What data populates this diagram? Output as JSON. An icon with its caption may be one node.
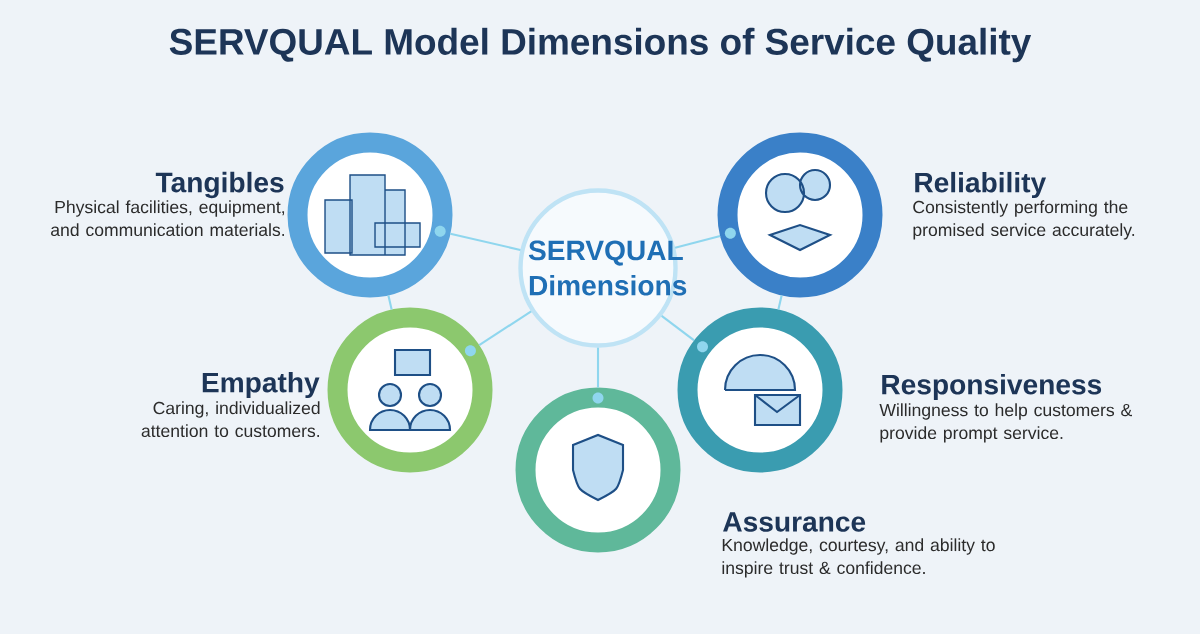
{
  "diagram": {
    "title": "SERVQUAL Model Dimensions of Service Quality",
    "nodes": [
      {
        "text": [
          "SERVQUAL Dimensions"
        ]
      },
      {
        "text": [
          "Tangibles",
          "Physical facilities, equipment, and communication materials."
        ]
      },
      {
        "text": [
          "Reliability",
          "Consistently performing the promised service accurately."
        ]
      },
      {
        "text": [
          "Empathy",
          "Caring, individualized attention to customers."
        ]
      },
      {
        "text": [
          "Responsiveness",
          "Willingness to help customers & provide prompt service."
        ]
      },
      {
        "text": [
          "Assurance",
          "Knowledge, courtesy, and ability to inspire trust & confidence."
        ]
      }
    ],
    "edges": [
      {
        "from": 0,
        "to": 1,
        "arrow": "none"
      },
      {
        "from": 0,
        "to": 2,
        "arrow": "none"
      },
      {
        "from": 0,
        "to": 3,
        "arrow": "none"
      },
      {
        "from": 0,
        "to": 4,
        "arrow": "none"
      },
      {
        "from": 0,
        "to": 5,
        "arrow": "none"
      },
      {
        "from": 1,
        "to": 3,
        "arrow": "none"
      },
      {
        "from": 2,
        "to": 4,
        "arrow": "none"
      }
    ]
  }
}
